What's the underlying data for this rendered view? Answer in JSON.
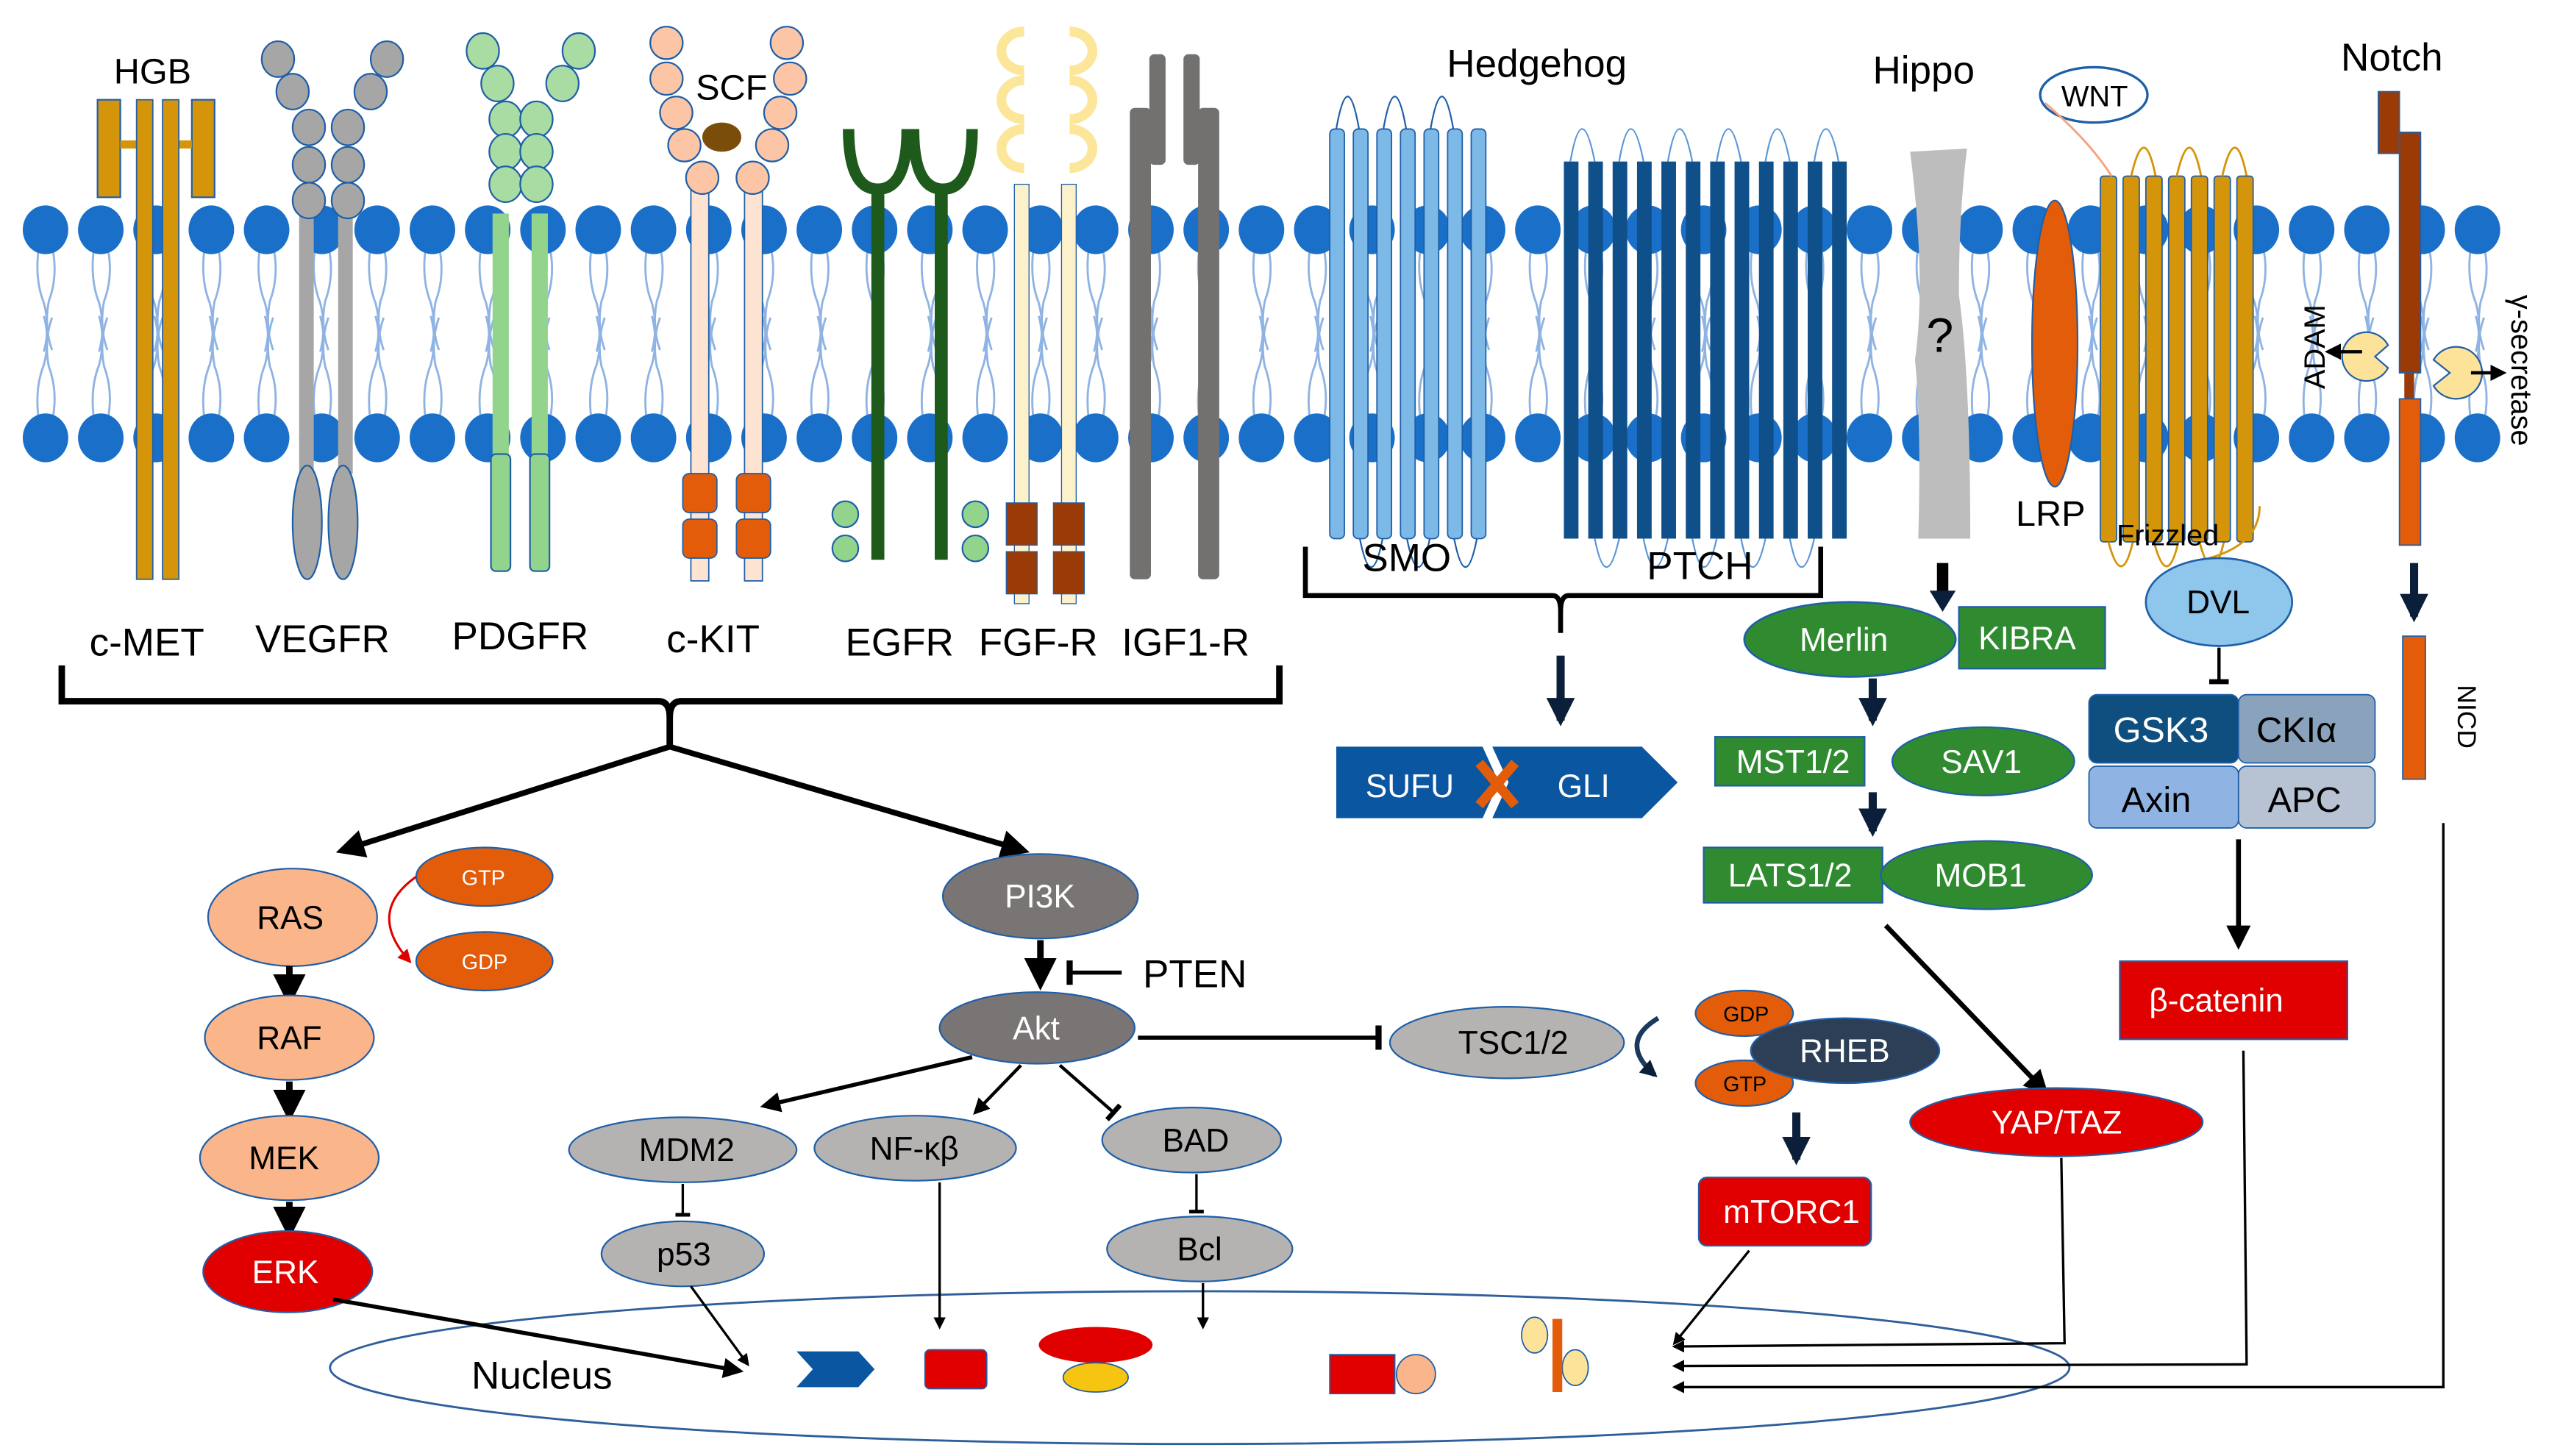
{
  "title": "Receptor tyrosine kinase and developmental signaling pathways",
  "colors": {
    "membrane_head": "#1a6fc9",
    "lipid_tail": "#8fb4e3",
    "met_gold": "#d4950a",
    "ras_peach": "#fbb58a",
    "gtp_orange": "#e25c0a",
    "erk_red": "#e10000",
    "pi3k_gray": "#7a7575",
    "node_gray": "#b5b2b2",
    "hippo_green": "#2f8a30",
    "hedgehog_blue": "#0a56a0",
    "smo_light_blue": "#7db9e6",
    "ptch_dark_blue": "#0f4f8a",
    "notch_brown": "#9a3a06",
    "rheb_navy": "#2c3f56"
  },
  "receptors": {
    "ligand_hgb": "HGB",
    "ligand_scf": "SCF",
    "labels": [
      "c-MET",
      "VEGFR",
      "PDGFR",
      "c-KIT",
      "EGFR",
      "FGF-R",
      "IGF1-R"
    ]
  },
  "hedgehog": {
    "title": "Hedgehog",
    "smo": "SMO",
    "ptch": "PTCH",
    "sufu": "SUFU",
    "gli": "GLI"
  },
  "hippo": {
    "title": "Hippo",
    "unknown": "?",
    "merlin": "Merlin",
    "kibra": "KIBRA",
    "mst": "MST1/2",
    "sav1": "SAV1",
    "lats": "LATS1/2",
    "mob1": "MOB1",
    "yap_taz": "YAP/TAZ"
  },
  "wnt": {
    "wnt": "WNT",
    "lrp": "LRP",
    "frizzled": "Frizzled",
    "dvl": "DVL",
    "gsk3": "GSK3",
    "ck1a": "CKIα",
    "axin": "Axin",
    "apc": "APC",
    "beta_catenin": "β-catenin"
  },
  "notch": {
    "title": "Notch",
    "adam": "ADAM",
    "gamma_secretase": "γ-secretase",
    "nicd": "NICD"
  },
  "mapk": {
    "ras": "RAS",
    "gtp": "GTP",
    "gdp": "GDP",
    "raf": "RAF",
    "mek": "MEK",
    "erk": "ERK"
  },
  "pi3k": {
    "pi3k": "PI3K",
    "pten": "PTEN",
    "akt": "Akt",
    "mdm2": "MDM2",
    "nfkb": "NF-κβ",
    "bad": "BAD",
    "p53": "p53",
    "bcl": "Bcl",
    "tsc": "TSC1/2",
    "gdp": "GDP",
    "gtp": "GTP",
    "rheb": "RHEB",
    "mtorc1": "mTORC1"
  },
  "nucleus": {
    "label": "Nucleus"
  }
}
